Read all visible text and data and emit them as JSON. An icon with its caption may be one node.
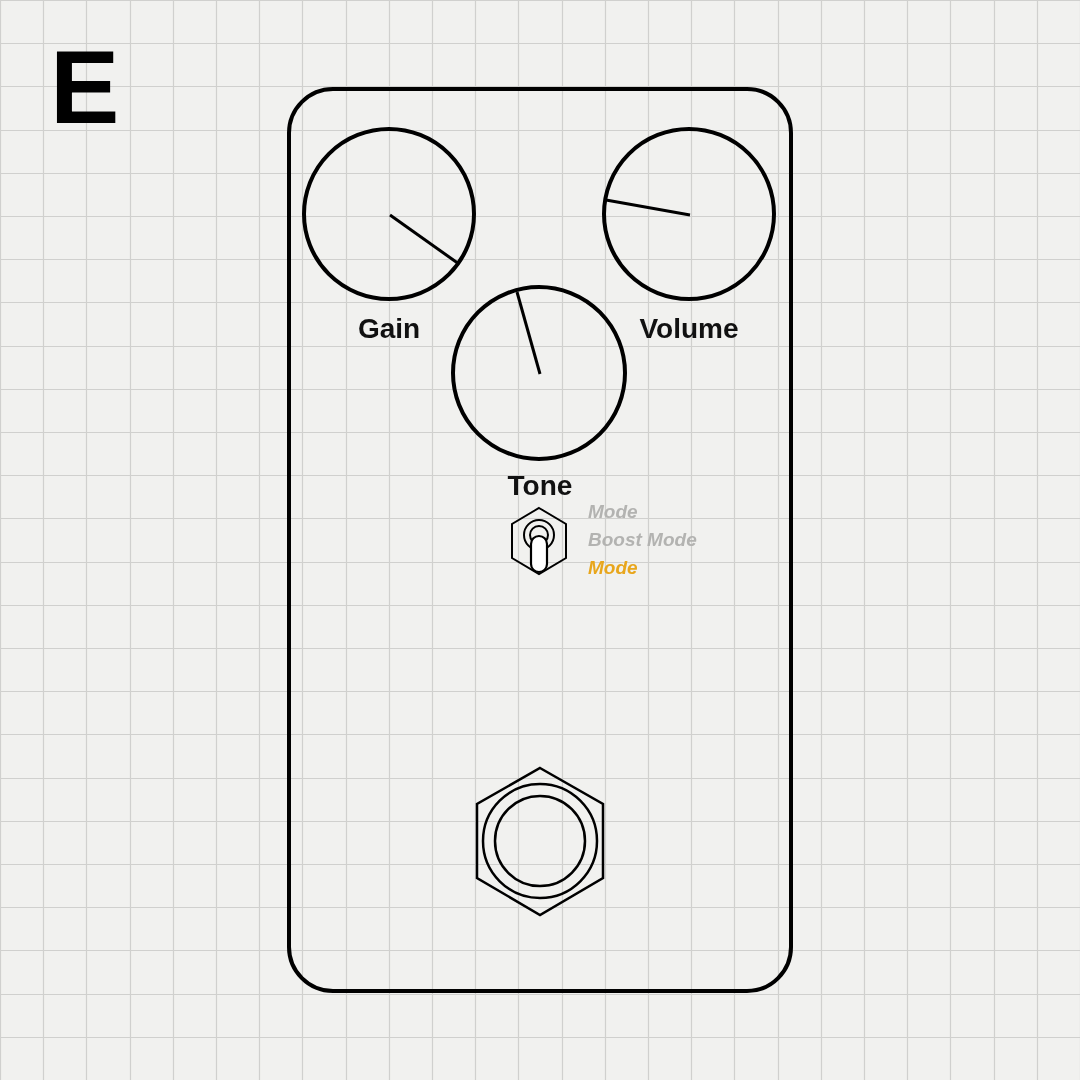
{
  "diagram": {
    "title": "E",
    "labels": [
      "Gain",
      "Volume",
      "Tone",
      "Mode",
      "Boost Mode",
      "Mode"
    ]
  }
}
